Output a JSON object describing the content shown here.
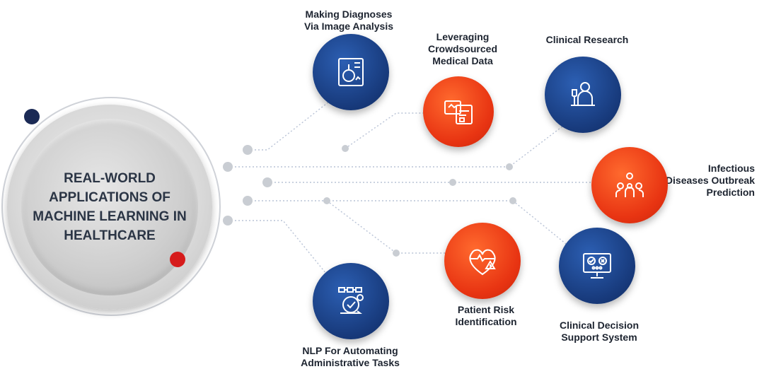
{
  "hub": {
    "title": "REAL-WORLD\nAPPLICATIONS OF\nMACHINE LEARNING IN\nHEALTHCARE"
  },
  "applications": [
    {
      "label": "Making Diagnoses\nVia Image Analysis",
      "color": "blue",
      "icon": "image-analysis-icon"
    },
    {
      "label": "Leveraging\nCrowdsourced\nMedical Data",
      "color": "red",
      "icon": "crowdsourced-data-icon"
    },
    {
      "label": "Clinical Research",
      "color": "blue",
      "icon": "researcher-icon"
    },
    {
      "label": "Infectious\nDiseases Outbreak\nPrediction",
      "color": "red",
      "icon": "outbreak-icon"
    },
    {
      "label": "Clinical Decision\nSupport System",
      "color": "blue",
      "icon": "decision-monitor-icon"
    },
    {
      "label": "Patient Risk\nIdentification",
      "color": "red",
      "icon": "heart-warning-icon"
    },
    {
      "label": "NLP For Automating\nAdministrative Tasks",
      "color": "blue",
      "icon": "automation-icon"
    }
  ],
  "colors": {
    "navy": "#17397a",
    "orange": "#e83412",
    "hub_gray": "#cfcfcf",
    "connector": "#b9c3d6"
  }
}
